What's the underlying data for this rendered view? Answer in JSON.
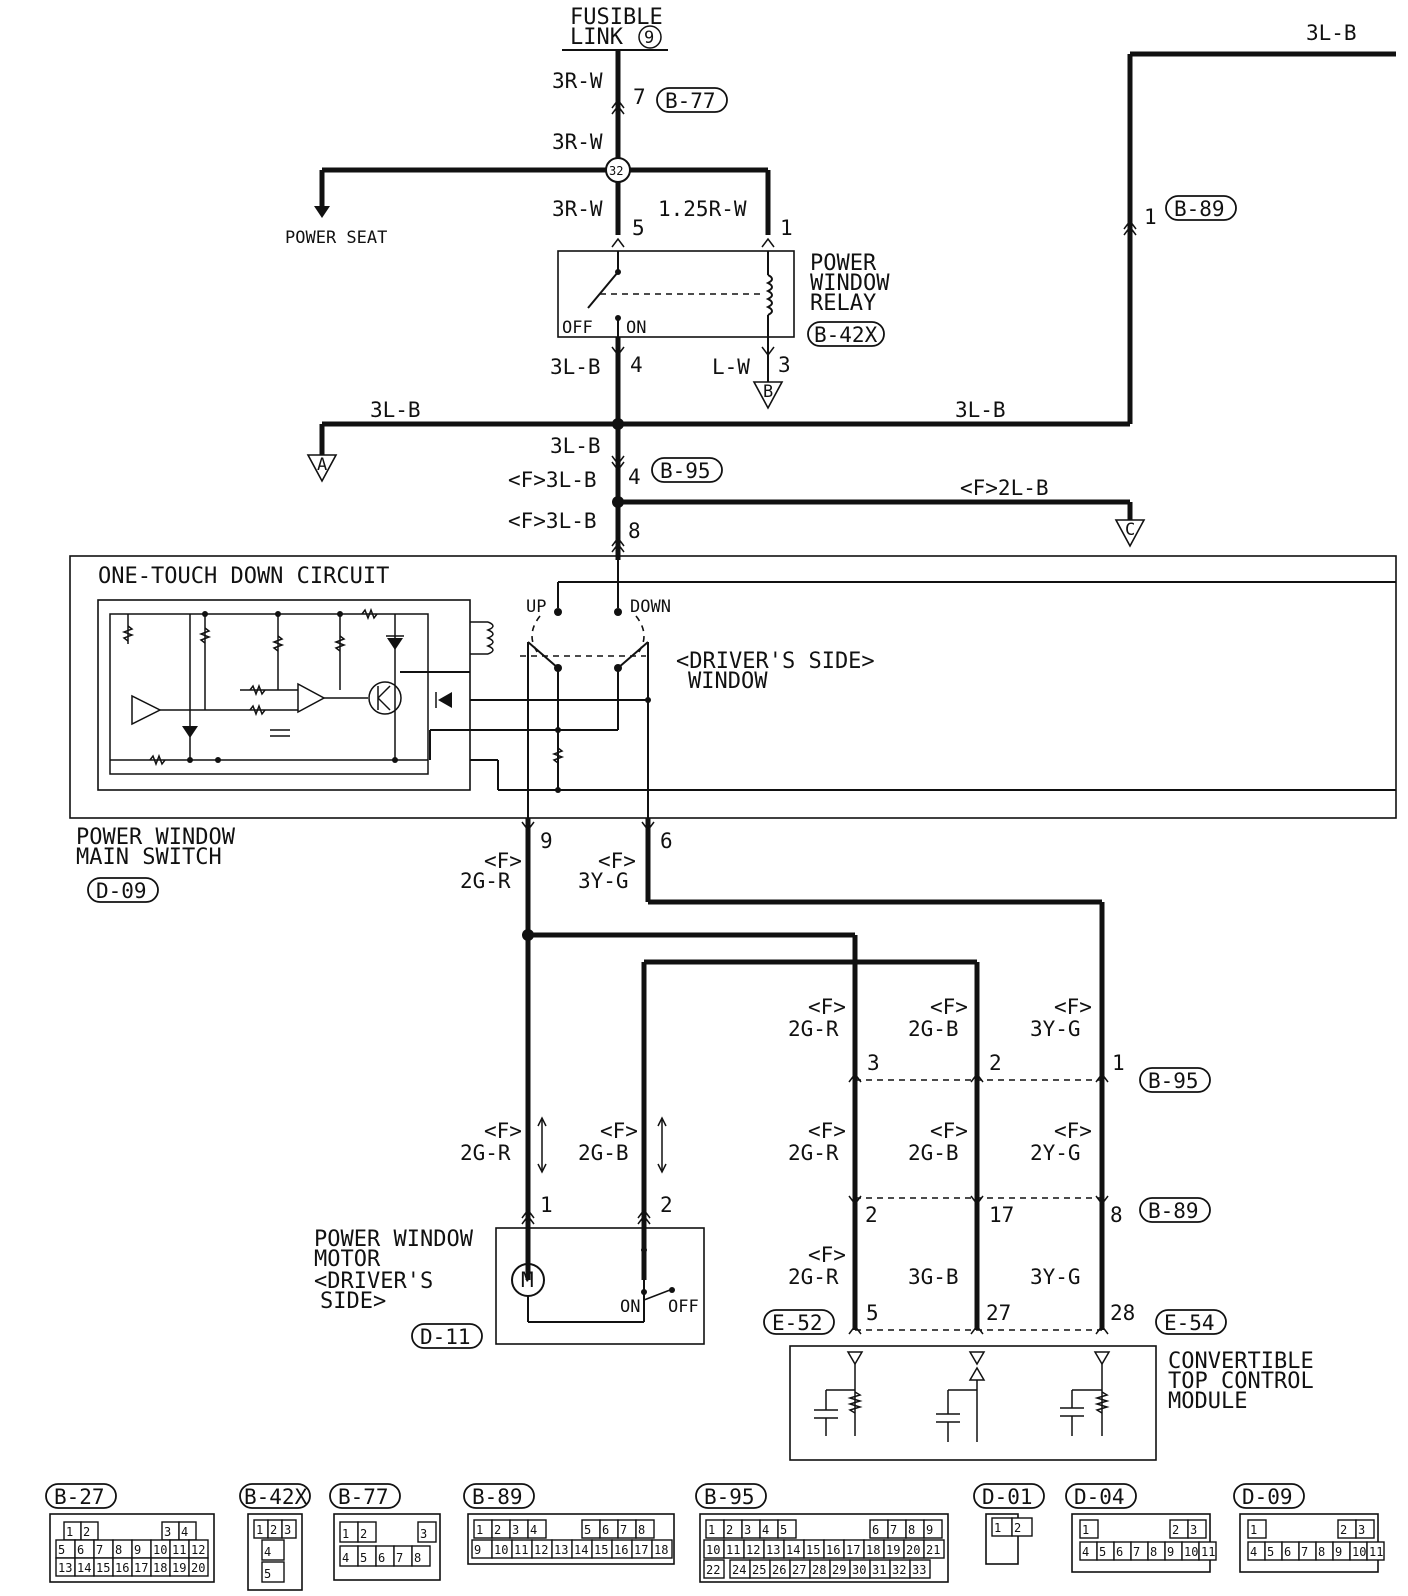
{
  "fusible_link": {
    "line1": "FUSIBLE",
    "line2": "LINK",
    "number": "9"
  },
  "wires": {
    "w_3rw": "3R-W",
    "w_125rw": "1.25R-W",
    "w_3lb": "3L-B",
    "w_lw": "L-W",
    "w_f3lb": "<F>3L-B",
    "w_f2lb": "<F>2L-B",
    "f": "<F>",
    "w_2gr": "2G-R",
    "w_3yg": "3Y-G",
    "w_2gb": "2G-B",
    "w_2yg": "2Y-G",
    "w_3gb": "3G-B"
  },
  "connectors": {
    "b27": "B-27",
    "b42x": "B-42X",
    "b77": "B-77",
    "b89": "B-89",
    "b95": "B-95",
    "d01": "D-01",
    "d04": "D-04",
    "d09": "D-09",
    "d11": "D-11",
    "e52": "E-52",
    "e54": "E-54"
  },
  "splice": "32",
  "pins": {
    "p1": "1",
    "p2": "2",
    "p3": "3",
    "p4": "4",
    "p5": "5",
    "p6": "6",
    "p7": "7",
    "p8": "8",
    "p9": "9",
    "p17": "17",
    "p27": "27",
    "p28": "28"
  },
  "labels": {
    "power_seat": "POWER SEAT",
    "relay_1": "POWER",
    "relay_2": "WINDOW",
    "relay_3": "RELAY",
    "off": "OFF",
    "on": "ON",
    "up": "UP",
    "down": "DOWN",
    "one_touch": "ONE-TOUCH DOWN CIRCUIT",
    "drivers_side": "<DRIVER'S SIDE>",
    "window": "WINDOW",
    "main_switch_1": "POWER WINDOW",
    "main_switch_2": "MAIN SWITCH",
    "motor_1": "POWER WINDOW",
    "motor_2": "MOTOR",
    "motor_3": "<DRIVER'S",
    "motor_4": "SIDE>",
    "motor_symbol": "M",
    "module_1": "CONVERTIBLE",
    "module_2": "TOP CONTROL",
    "module_3": "MODULE"
  },
  "refs": {
    "a": "A",
    "b": "B",
    "c": "C"
  },
  "colors": {
    "ink": "#111111",
    "paper": "#ffffff"
  }
}
